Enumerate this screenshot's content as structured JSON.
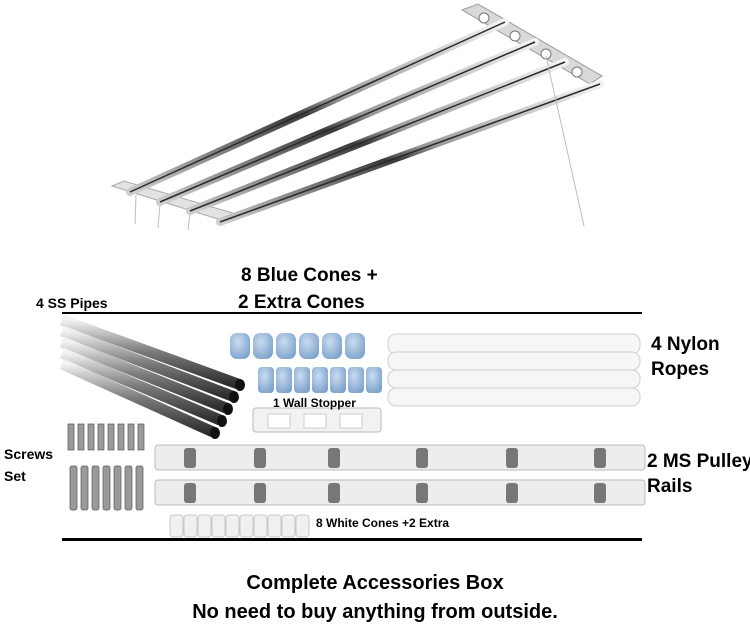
{
  "labels": {
    "blue_cones_line1": "8 Blue Cones +",
    "blue_cones_line2": "2 Extra Cones",
    "ss_pipes": "4 SS Pipes",
    "nylon_line1": "4 Nylon",
    "nylon_line2": "Ropes",
    "wall_stopper": "1 Wall Stopper",
    "screws_line1": "Screws",
    "screws_line2": "Set",
    "pulley_line1": "2 MS Pulley",
    "pulley_line2": "Rails",
    "white_cones": "8 White Cones +2 Extra"
  },
  "caption": {
    "line1": "Complete Accessories Box",
    "line2": "No need to buy anything from outside."
  },
  "colors": {
    "steel_dark": "#3a3a3a",
    "steel_light": "#e8e8e8",
    "blue_cone": "#8fb3d9",
    "white_part": "#f2f2f2",
    "rope": "#f7f7f7"
  }
}
